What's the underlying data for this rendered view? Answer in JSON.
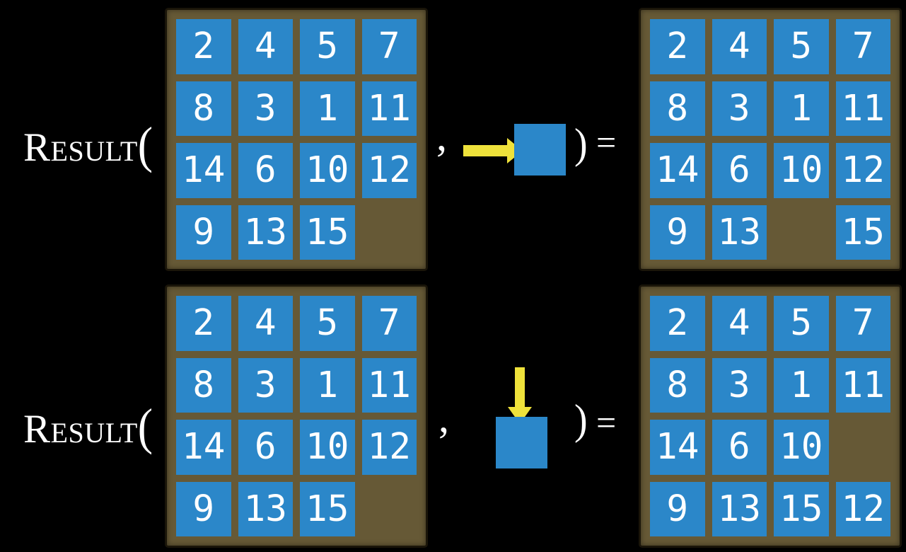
{
  "colors": {
    "bg": "#000000",
    "board": "#665936",
    "board-border": "#1a1509",
    "tile": "#2b87c9",
    "tile-text": "#ffffff",
    "arrow": "#efe23b",
    "text": "#ffffff"
  },
  "rows": [
    {
      "function_name": "Result",
      "open_paren": "(",
      "comma": ",",
      "close_paren": ")",
      "equals": "=",
      "action": {
        "direction": "right"
      },
      "input_grid": [
        [
          "2",
          "4",
          "5",
          "7"
        ],
        [
          "8",
          "3",
          "1",
          "11"
        ],
        [
          "14",
          "6",
          "10",
          "12"
        ],
        [
          "9",
          "13",
          "15",
          ""
        ]
      ],
      "output_grid": [
        [
          "2",
          "4",
          "5",
          "7"
        ],
        [
          "8",
          "3",
          "1",
          "11"
        ],
        [
          "14",
          "6",
          "10",
          "12"
        ],
        [
          "9",
          "13",
          "",
          "15"
        ]
      ]
    },
    {
      "function_name": "Result",
      "open_paren": "(",
      "comma": ",",
      "close_paren": ")",
      "equals": "=",
      "action": {
        "direction": "down"
      },
      "input_grid": [
        [
          "2",
          "4",
          "5",
          "7"
        ],
        [
          "8",
          "3",
          "1",
          "11"
        ],
        [
          "14",
          "6",
          "10",
          "12"
        ],
        [
          "9",
          "13",
          "15",
          ""
        ]
      ],
      "output_grid": [
        [
          "2",
          "4",
          "5",
          "7"
        ],
        [
          "8",
          "3",
          "1",
          "11"
        ],
        [
          "14",
          "6",
          "10",
          ""
        ],
        [
          "9",
          "13",
          "15",
          "12"
        ]
      ]
    }
  ]
}
